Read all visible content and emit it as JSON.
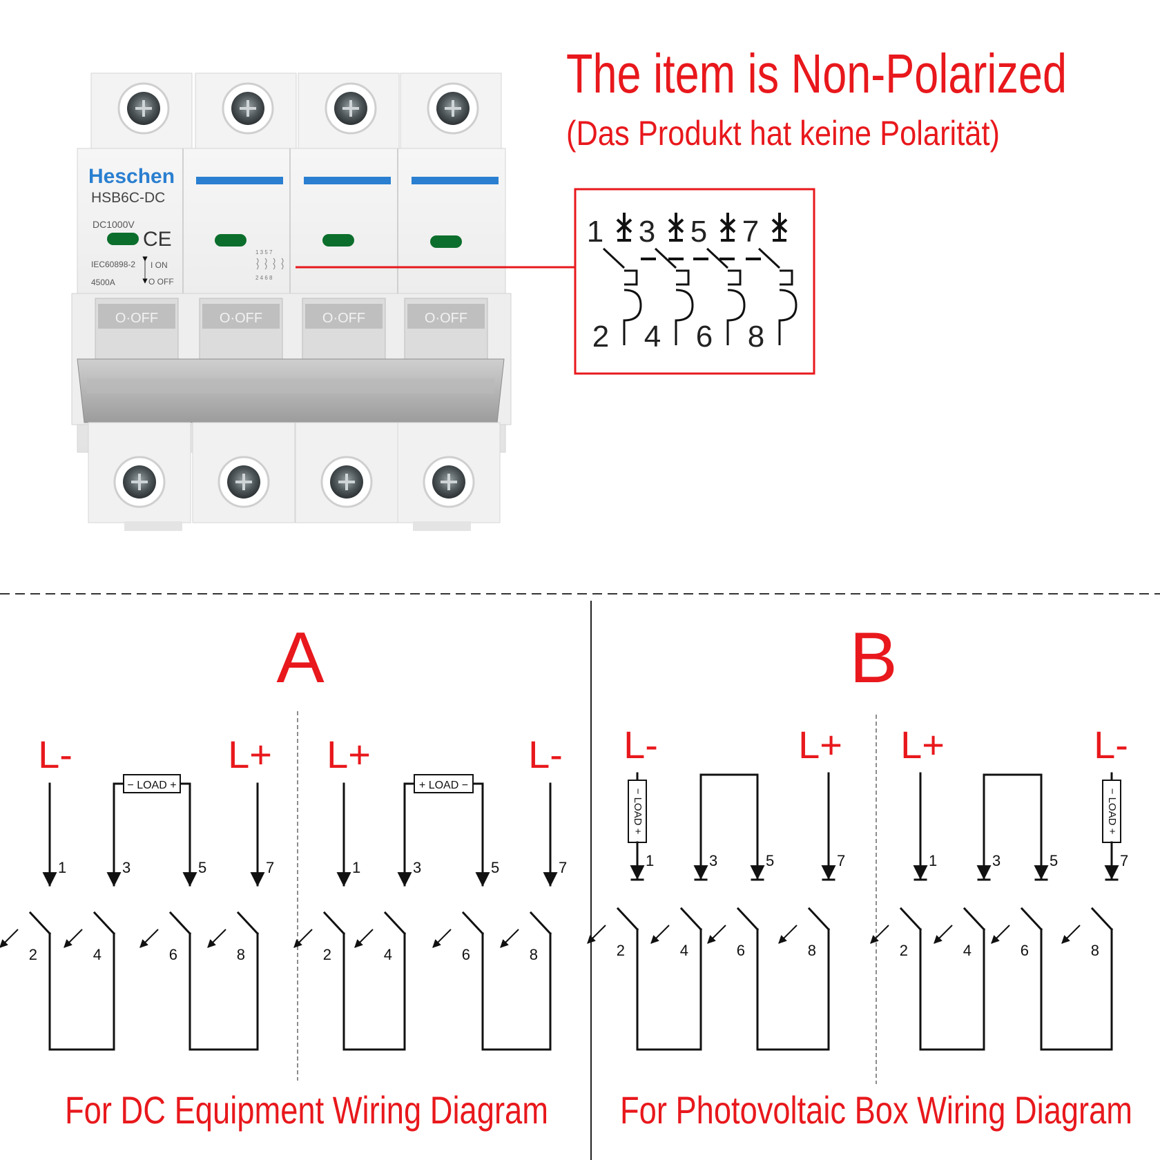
{
  "header": {
    "title": "The item is Non-Polarized",
    "subtitle": "(Das Produkt hat keine Polarität)"
  },
  "product": {
    "brand": "Heschen",
    "model": "HSB6C-DC",
    "voltage": "DC1000V",
    "ce": "CE",
    "standard": "IEC60898-2",
    "breaking": "4500A",
    "on_label": "I ON",
    "off_label": "O OFF",
    "switch_label": "O·OFF",
    "mini_top": "1 3 5 7",
    "mini_bottom": "2 4 6 8"
  },
  "symbol": {
    "top_terminals": [
      "1",
      "3",
      "5",
      "7"
    ],
    "bottom_terminals": [
      "2",
      "4",
      "6",
      "8"
    ]
  },
  "section_a": {
    "letter": "A",
    "caption": "For DC Equipment Wiring Diagram",
    "left": {
      "label_left": "L-",
      "label_right": "L+",
      "load": "− LOAD +",
      "top_nums": [
        "1",
        "3",
        "5",
        "7"
      ],
      "bottom_nums": [
        "2",
        "4",
        "6",
        "8"
      ]
    },
    "right": {
      "label_left": "L+",
      "label_right": "L-",
      "load": "+ LOAD −",
      "top_nums": [
        "1",
        "3",
        "5",
        "7"
      ],
      "bottom_nums": [
        "2",
        "4",
        "6",
        "8"
      ]
    }
  },
  "section_b": {
    "letter": "B",
    "caption": "For Photovoltaic Box Wiring Diagram",
    "left": {
      "label_left": "L-",
      "label_right": "L+",
      "load": "− LOAD +",
      "top_nums": [
        "1",
        "3",
        "5",
        "7"
      ],
      "bottom_nums": [
        "2",
        "4",
        "6",
        "8"
      ]
    },
    "right": {
      "label_left": "L+",
      "label_right": "L-",
      "load": "− LOAD +",
      "top_nums": [
        "1",
        "3",
        "5",
        "7"
      ],
      "bottom_nums": [
        "2",
        "4",
        "6",
        "8"
      ]
    }
  },
  "colors": {
    "accent_red": "#e8181c",
    "brand_blue": "#2a7fd0",
    "indicator_green": "#0c6e2c",
    "housing": "#f1f1f1",
    "handle_gray": "#a9a9a9"
  }
}
